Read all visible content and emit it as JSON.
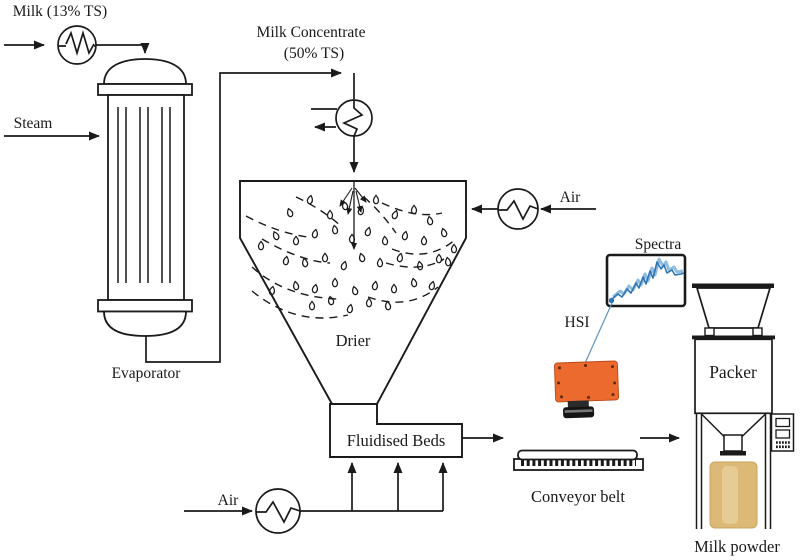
{
  "diagram": {
    "title_meaning": "Milk powder spray-drying process with hyperspectral imaging (HSI) monitoring",
    "labels": {
      "milk_feed": "Milk (13% TS)",
      "steam": "Steam",
      "evaporator": "Evaporator",
      "milk_concentrate_line1": "Milk Concentrate",
      "milk_concentrate_line2": "(50% TS)",
      "air_top": "Air",
      "drier": "Drier",
      "fluidised_beds": "Fluidised Beds",
      "air_bottom": "Air",
      "conveyor_belt": "Conveyor belt",
      "spectra": "Spectra",
      "hsi": "HSI",
      "packer": "Packer",
      "milk_powder": "Milk powder"
    },
    "colors": {
      "line": "#1a1a1a",
      "camera_orange": "#ED6A2E",
      "camera_edge": "#B84A18",
      "screw_dark": "#5C2A0E",
      "spectrum_blue": "#2E75B5",
      "spectrum_blue_light": "#8FBCDF",
      "scan_line_blue": "#5E93C0",
      "bag_tan": "#DDB977",
      "bag_tan_light": "#EBD6A4",
      "bag_tan_dark": "#C9A45C"
    }
  }
}
